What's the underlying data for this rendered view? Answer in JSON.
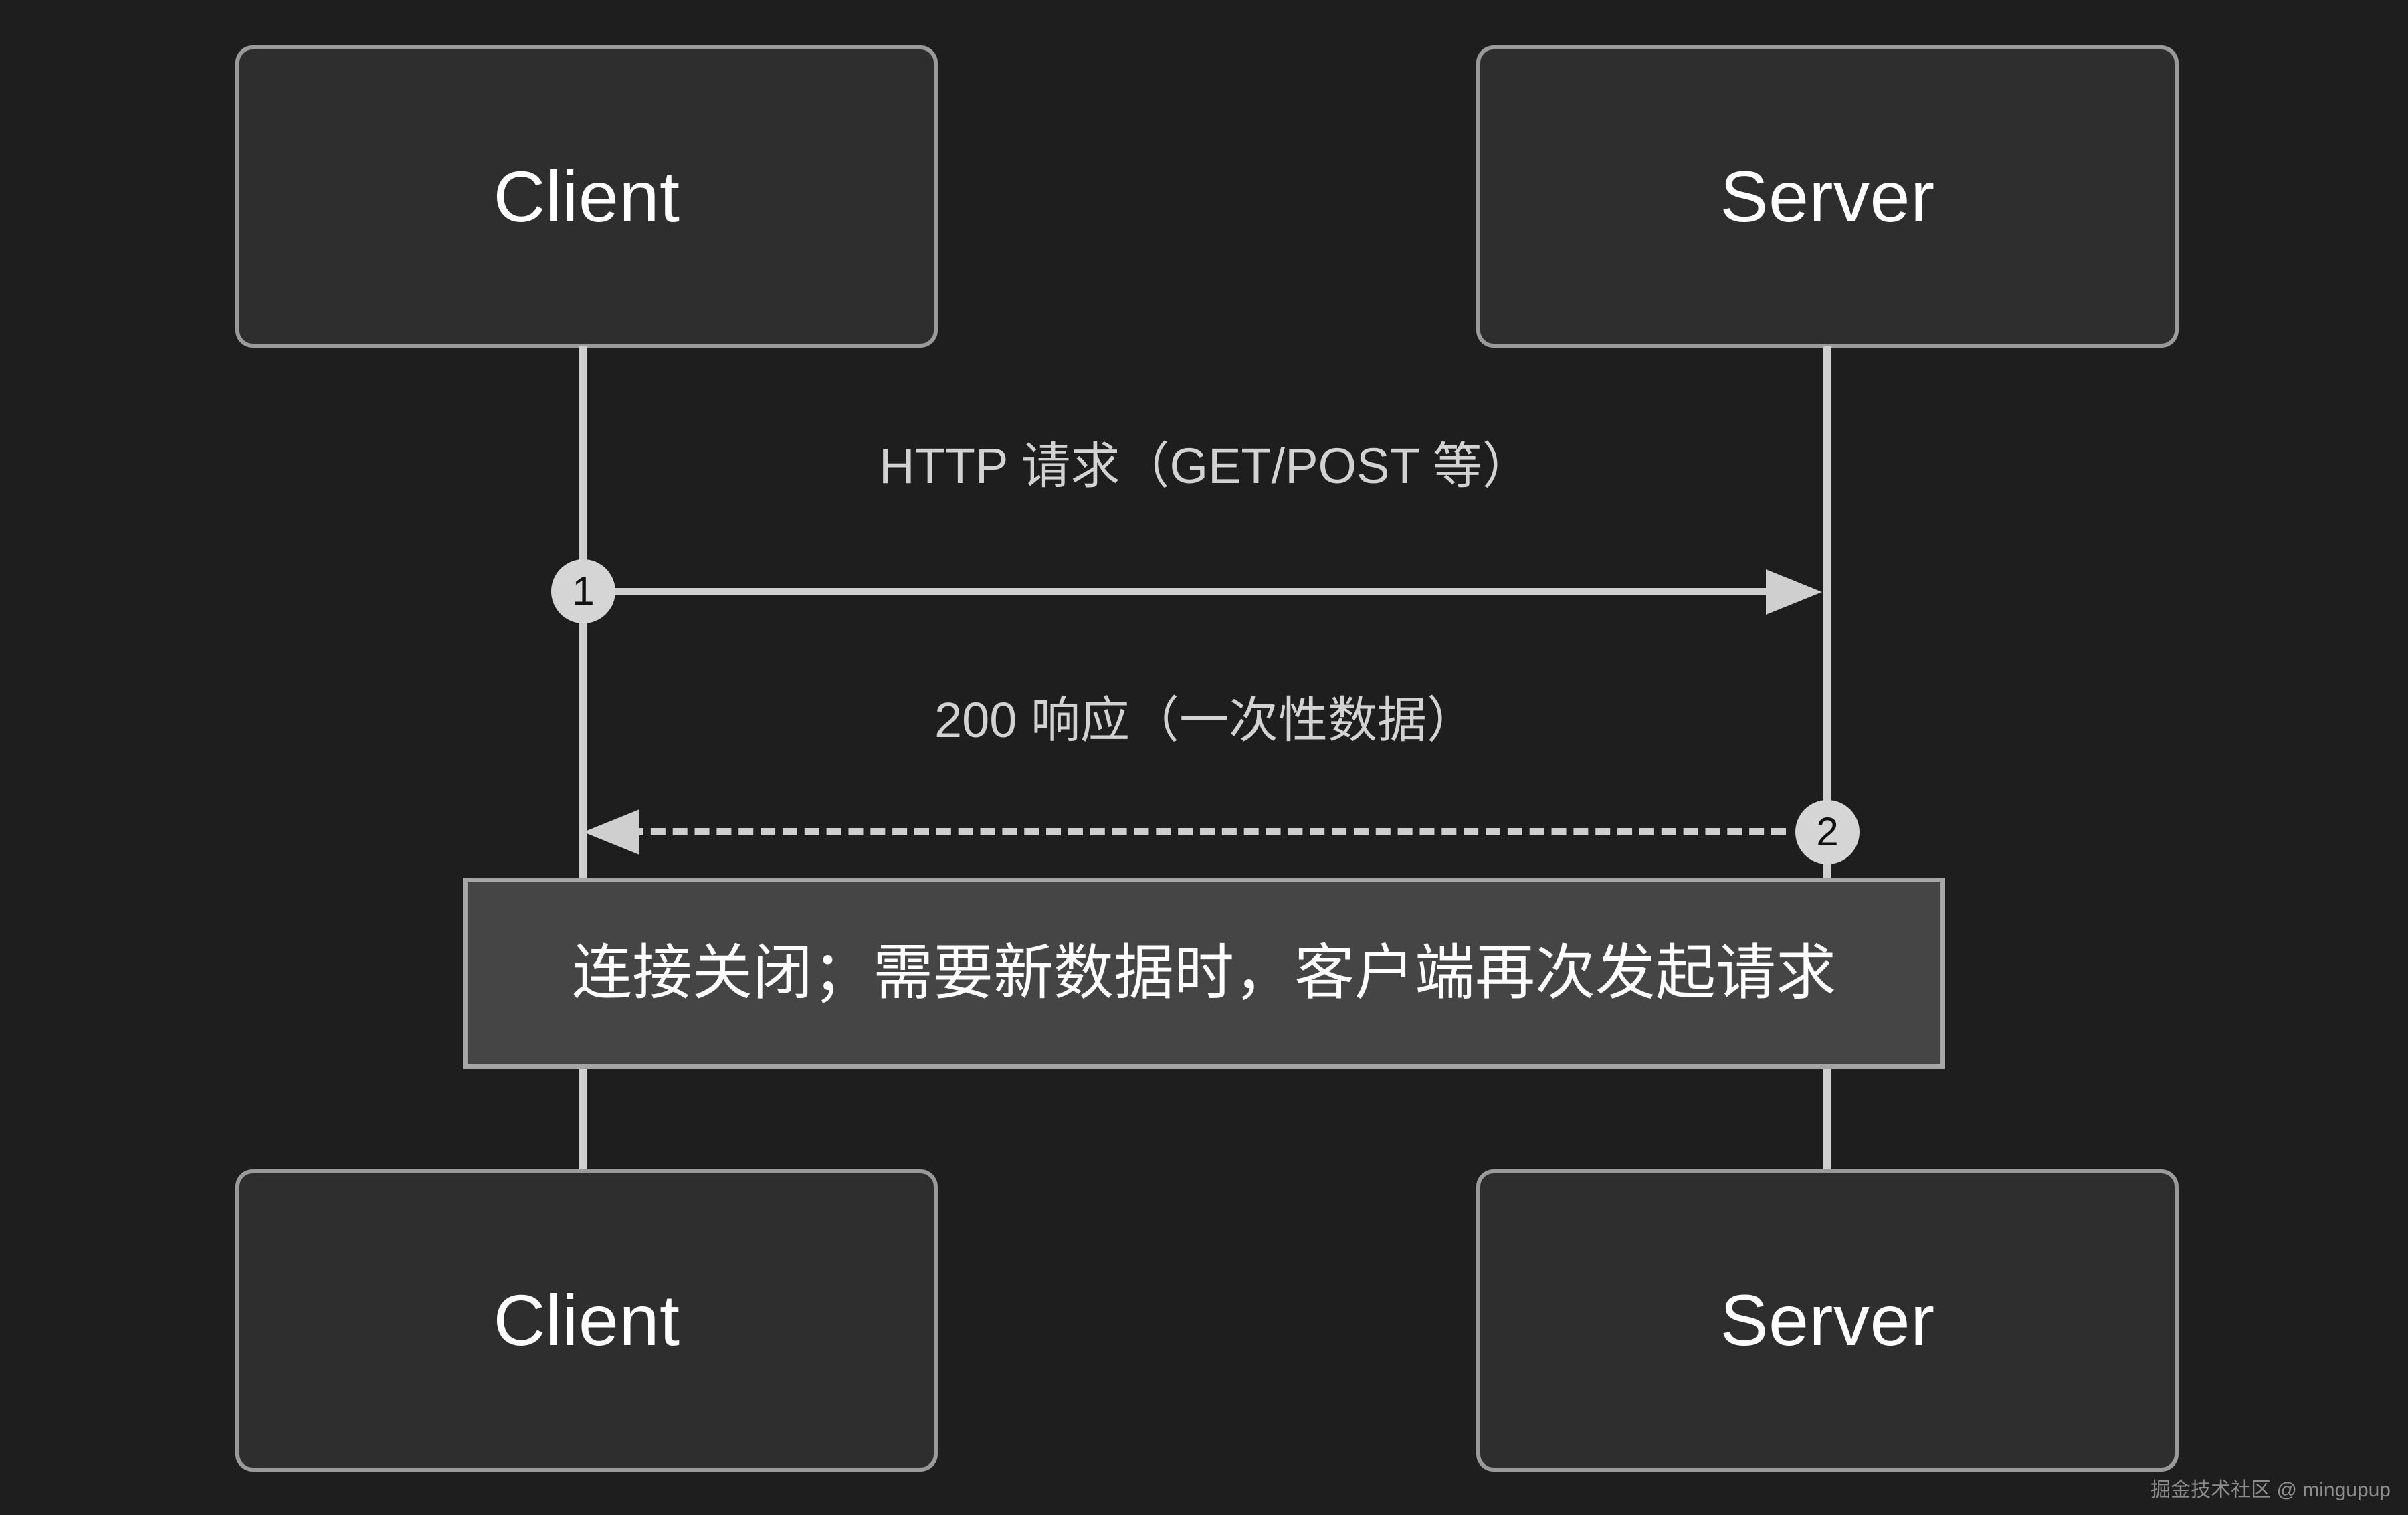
{
  "diagram": {
    "type": "uml-sequence-diagram",
    "title": "HTTP short polling request/response sequence",
    "background_color": "#1e1e1e",
    "participants": [
      {
        "id": "client",
        "label": "Client",
        "position": "left"
      },
      {
        "id": "server",
        "label": "Server",
        "position": "right"
      }
    ],
    "participant_headers": [
      {
        "label": "Client"
      },
      {
        "label": "Server"
      }
    ],
    "participant_footers": [
      {
        "label": "Client"
      },
      {
        "label": "Server"
      }
    ],
    "messages": [
      {
        "sequence": "1",
        "label": "HTTP 请求（GET/POST 等）",
        "from": "client",
        "to": "server",
        "line_style": "solid",
        "arrow": "filled-triangle-right"
      },
      {
        "sequence": "2",
        "label": "200 响应（一次性数据）",
        "from": "server",
        "to": "client",
        "line_style": "dashed",
        "arrow": "filled-triangle-left"
      }
    ],
    "note": {
      "text": "连接关闭；需要新数据时，客户端再次发起请求",
      "fill_color": "#454545",
      "border_color": "#a5a5a5"
    },
    "colors": {
      "background": "#1e1e1e",
      "box_fill": "#2e2e2e",
      "box_border": "#9a9a9a",
      "lifeline": "#cfcfcf",
      "message_text": "#d2d2d2",
      "badge_fill": "#d5d5d5",
      "badge_text": "#101010",
      "note_text": "#ffffff"
    }
  },
  "watermark": {
    "text": "掘金技术社区 @ mingupup"
  }
}
